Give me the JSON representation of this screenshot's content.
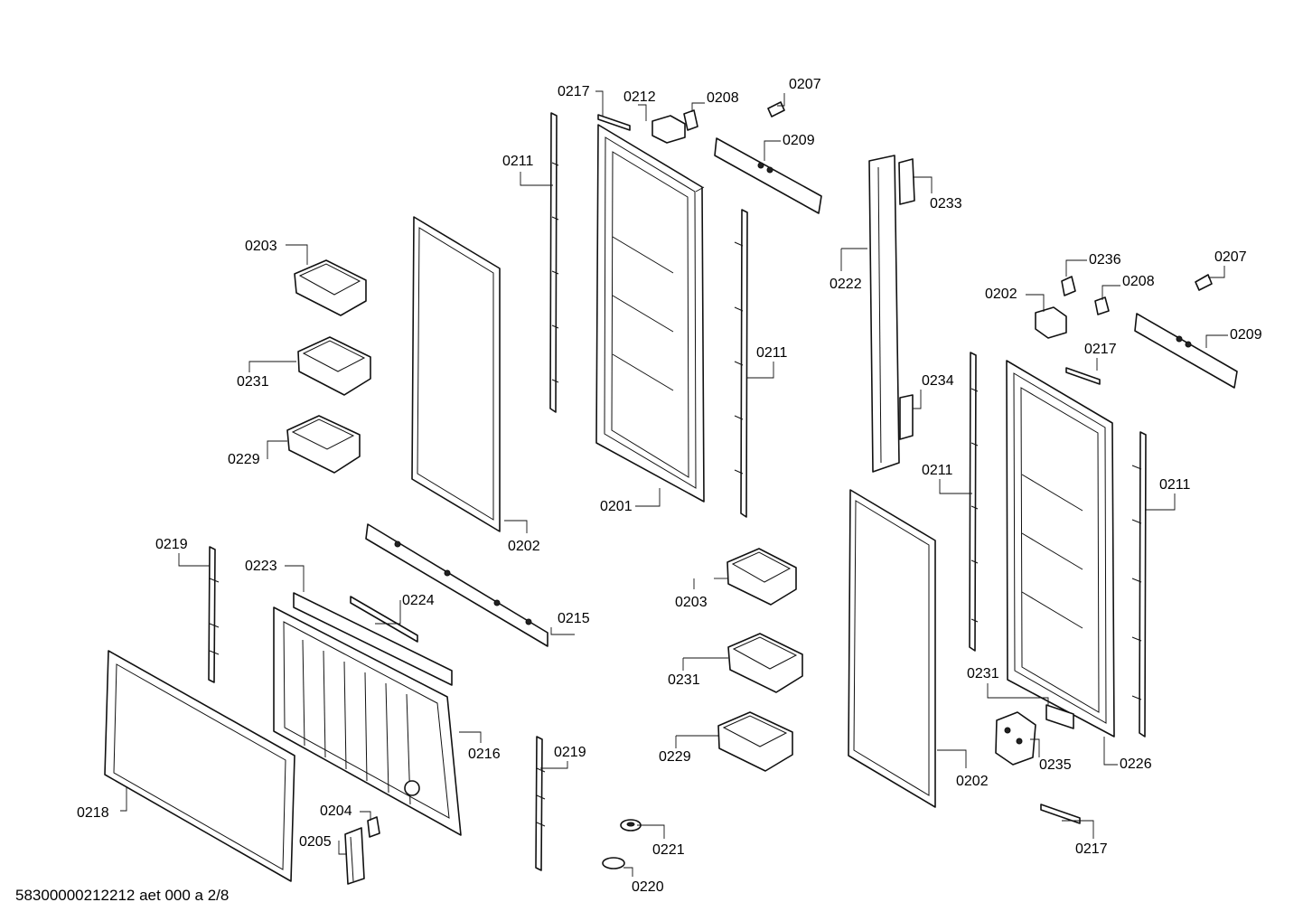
{
  "footer_code": "58300000212212 aet 000 a 2/8",
  "callouts": [
    {
      "id": "0201"
    },
    {
      "id": "0202"
    },
    {
      "id": "0202"
    },
    {
      "id": "0202"
    },
    {
      "id": "0203"
    },
    {
      "id": "0203"
    },
    {
      "id": "0204"
    },
    {
      "id": "0205"
    },
    {
      "id": "0207"
    },
    {
      "id": "0207"
    },
    {
      "id": "0208"
    },
    {
      "id": "0208"
    },
    {
      "id": "0209"
    },
    {
      "id": "0209"
    },
    {
      "id": "0211"
    },
    {
      "id": "0211"
    },
    {
      "id": "0211"
    },
    {
      "id": "0211"
    },
    {
      "id": "0212"
    },
    {
      "id": "0215"
    },
    {
      "id": "0216"
    },
    {
      "id": "0217"
    },
    {
      "id": "0217"
    },
    {
      "id": "0217"
    },
    {
      "id": "0218"
    },
    {
      "id": "0219"
    },
    {
      "id": "0219"
    },
    {
      "id": "0220"
    },
    {
      "id": "0221"
    },
    {
      "id": "0222"
    },
    {
      "id": "0223"
    },
    {
      "id": "0224"
    },
    {
      "id": "0226"
    },
    {
      "id": "0229"
    },
    {
      "id": "0229"
    },
    {
      "id": "0231"
    },
    {
      "id": "0231"
    },
    {
      "id": "0231"
    },
    {
      "id": "0233"
    },
    {
      "id": "0234"
    },
    {
      "id": "0235"
    },
    {
      "id": "0236"
    }
  ]
}
